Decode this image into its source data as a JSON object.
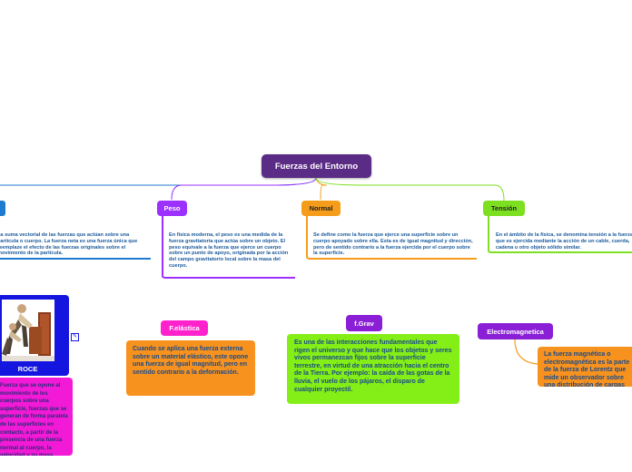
{
  "root": {
    "label": "Fuerzas del Entorno"
  },
  "topics": {
    "peso": {
      "label": "Peso",
      "color": "#9b30ff",
      "text": "En física moderna, el peso es una medida de la fuerza gravitatoria que actúa sobre un objeto. El peso equivale a la fuerza que ejerce un cuerpo sobre un punto de apoyo, originada por la acción del campo gravitatorio local sobre la masa del cuerpo."
    },
    "normal": {
      "label": "Normal",
      "color": "#f59c1a",
      "text": "Se define como la fuerza que ejerce una superficie sobre un cuerpo apoyado sobre ella. Esta es de igual magnitud y dirección, pero de sentido contrario a la fuerza ejercida por el cuerpo sobre la superficie."
    },
    "tension": {
      "label": "Tensión",
      "color": "#7ce020",
      "text": "En el ámbito de la física, se denomina tensión a la fuerza que es ejercida mediante la acción de un cable, cuerda, cadena u otro objeto sólido similar."
    },
    "left": {
      "color": "#1f7ad1",
      "text": "La suma vectorial de las fuerzas que actúan sobre una partícula o cuerpo. La fuerza neta es una fuerza única que reemplaze el efecto de las fuerzas originales sobre el movimiento de la partícula."
    },
    "roce": {
      "label": "ROCE",
      "color": "#1515e0",
      "text": "Fuerza que se opone al movimiento de los cuerpos sobre una superficie, fuerzas que se generan de forma paralela de las superficies en contacto, a partir de la presencia de una fuerza normal al cuerpo, la velocidad y su masa. Fuerza de roce estático y roce dinámico."
    },
    "elastica": {
      "label": "F.elástica",
      "color": "#ff22cc",
      "text": "Cuando se aplica una fuerza externa sobre un material elástico, este opone una fuerza de igual magnitud, pero en sentido contrario a la deformación."
    },
    "grav": {
      "label": "f.Grav",
      "color": "#8a1fd6",
      "text": "Es una de las interacciones fundamentales que rigen el universo y que hace que los objetos y seres vivos permanezcan fijos sobre la superficie terrestre, en virtud de una atracción hacia el centro de la Tierra. Por ejemplo: la caída de las gotas de la lluvia, el vuelo de los pájaros, el disparo de cualquier proyectil."
    },
    "electro": {
      "label": "Electromagnetica",
      "color": "#8a1fd6",
      "text": "La fuerza magnética o electromagnética es la parte de la fuerza de Lorentz que mide un observador sobre una distribución de cargas en movimiento."
    }
  },
  "colors": {
    "orange_box": "#f7921e",
    "green_box": "#84ee17",
    "pink_box": "#f21ad6",
    "root_bg": "#5b2c86"
  }
}
